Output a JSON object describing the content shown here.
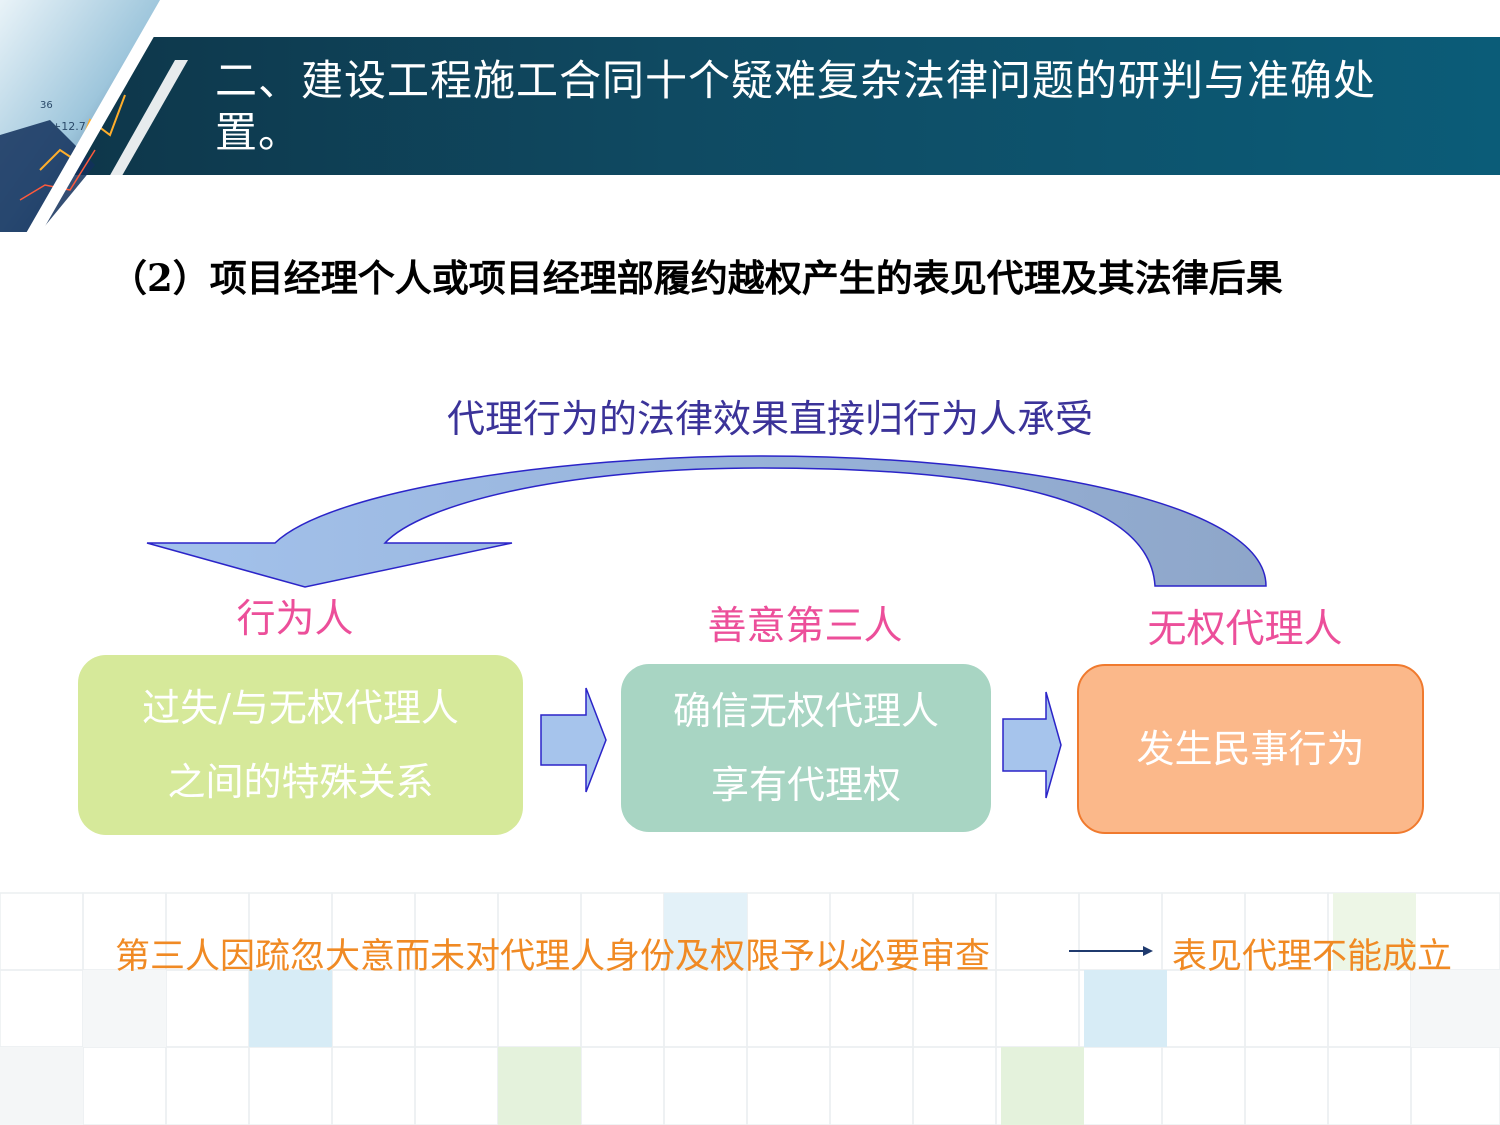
{
  "header": {
    "title": "二、建设工程施工合同十个疑难复杂法律问题的研判与准确处置。"
  },
  "subtitle": "（2）项目经理个人或项目经理部履约越权产生的表见代理及其法律后果",
  "diagram": {
    "top_caption": "代理行为的法律效果直接归行为人承受",
    "roles": {
      "left": "行为人",
      "middle": "善意第三人",
      "right": "无权代理人"
    },
    "boxes": [
      {
        "lines": [
          "过失/与无权代理人",
          "之间的特殊关系"
        ]
      },
      {
        "lines": [
          "确信无权代理人",
          "享有代理权"
        ]
      },
      {
        "lines": [
          "发生民事行为"
        ]
      }
    ],
    "bottom": {
      "condition": "第三人因疏忽大意而未对代理人身份及权限予以必要审查",
      "result": "表见代理不能成立"
    }
  },
  "colors": {
    "header_bg": "#0f4a62",
    "caption": "#3b3399",
    "role": "#ec4f9a",
    "box1": "#d6e99a",
    "box2": "#a8d5c3",
    "box3": "#fbb88a",
    "bottom_text": "#f08a24",
    "arrow_fill": "#8fb0dd",
    "arrow_stroke": "#2b24c8"
  }
}
